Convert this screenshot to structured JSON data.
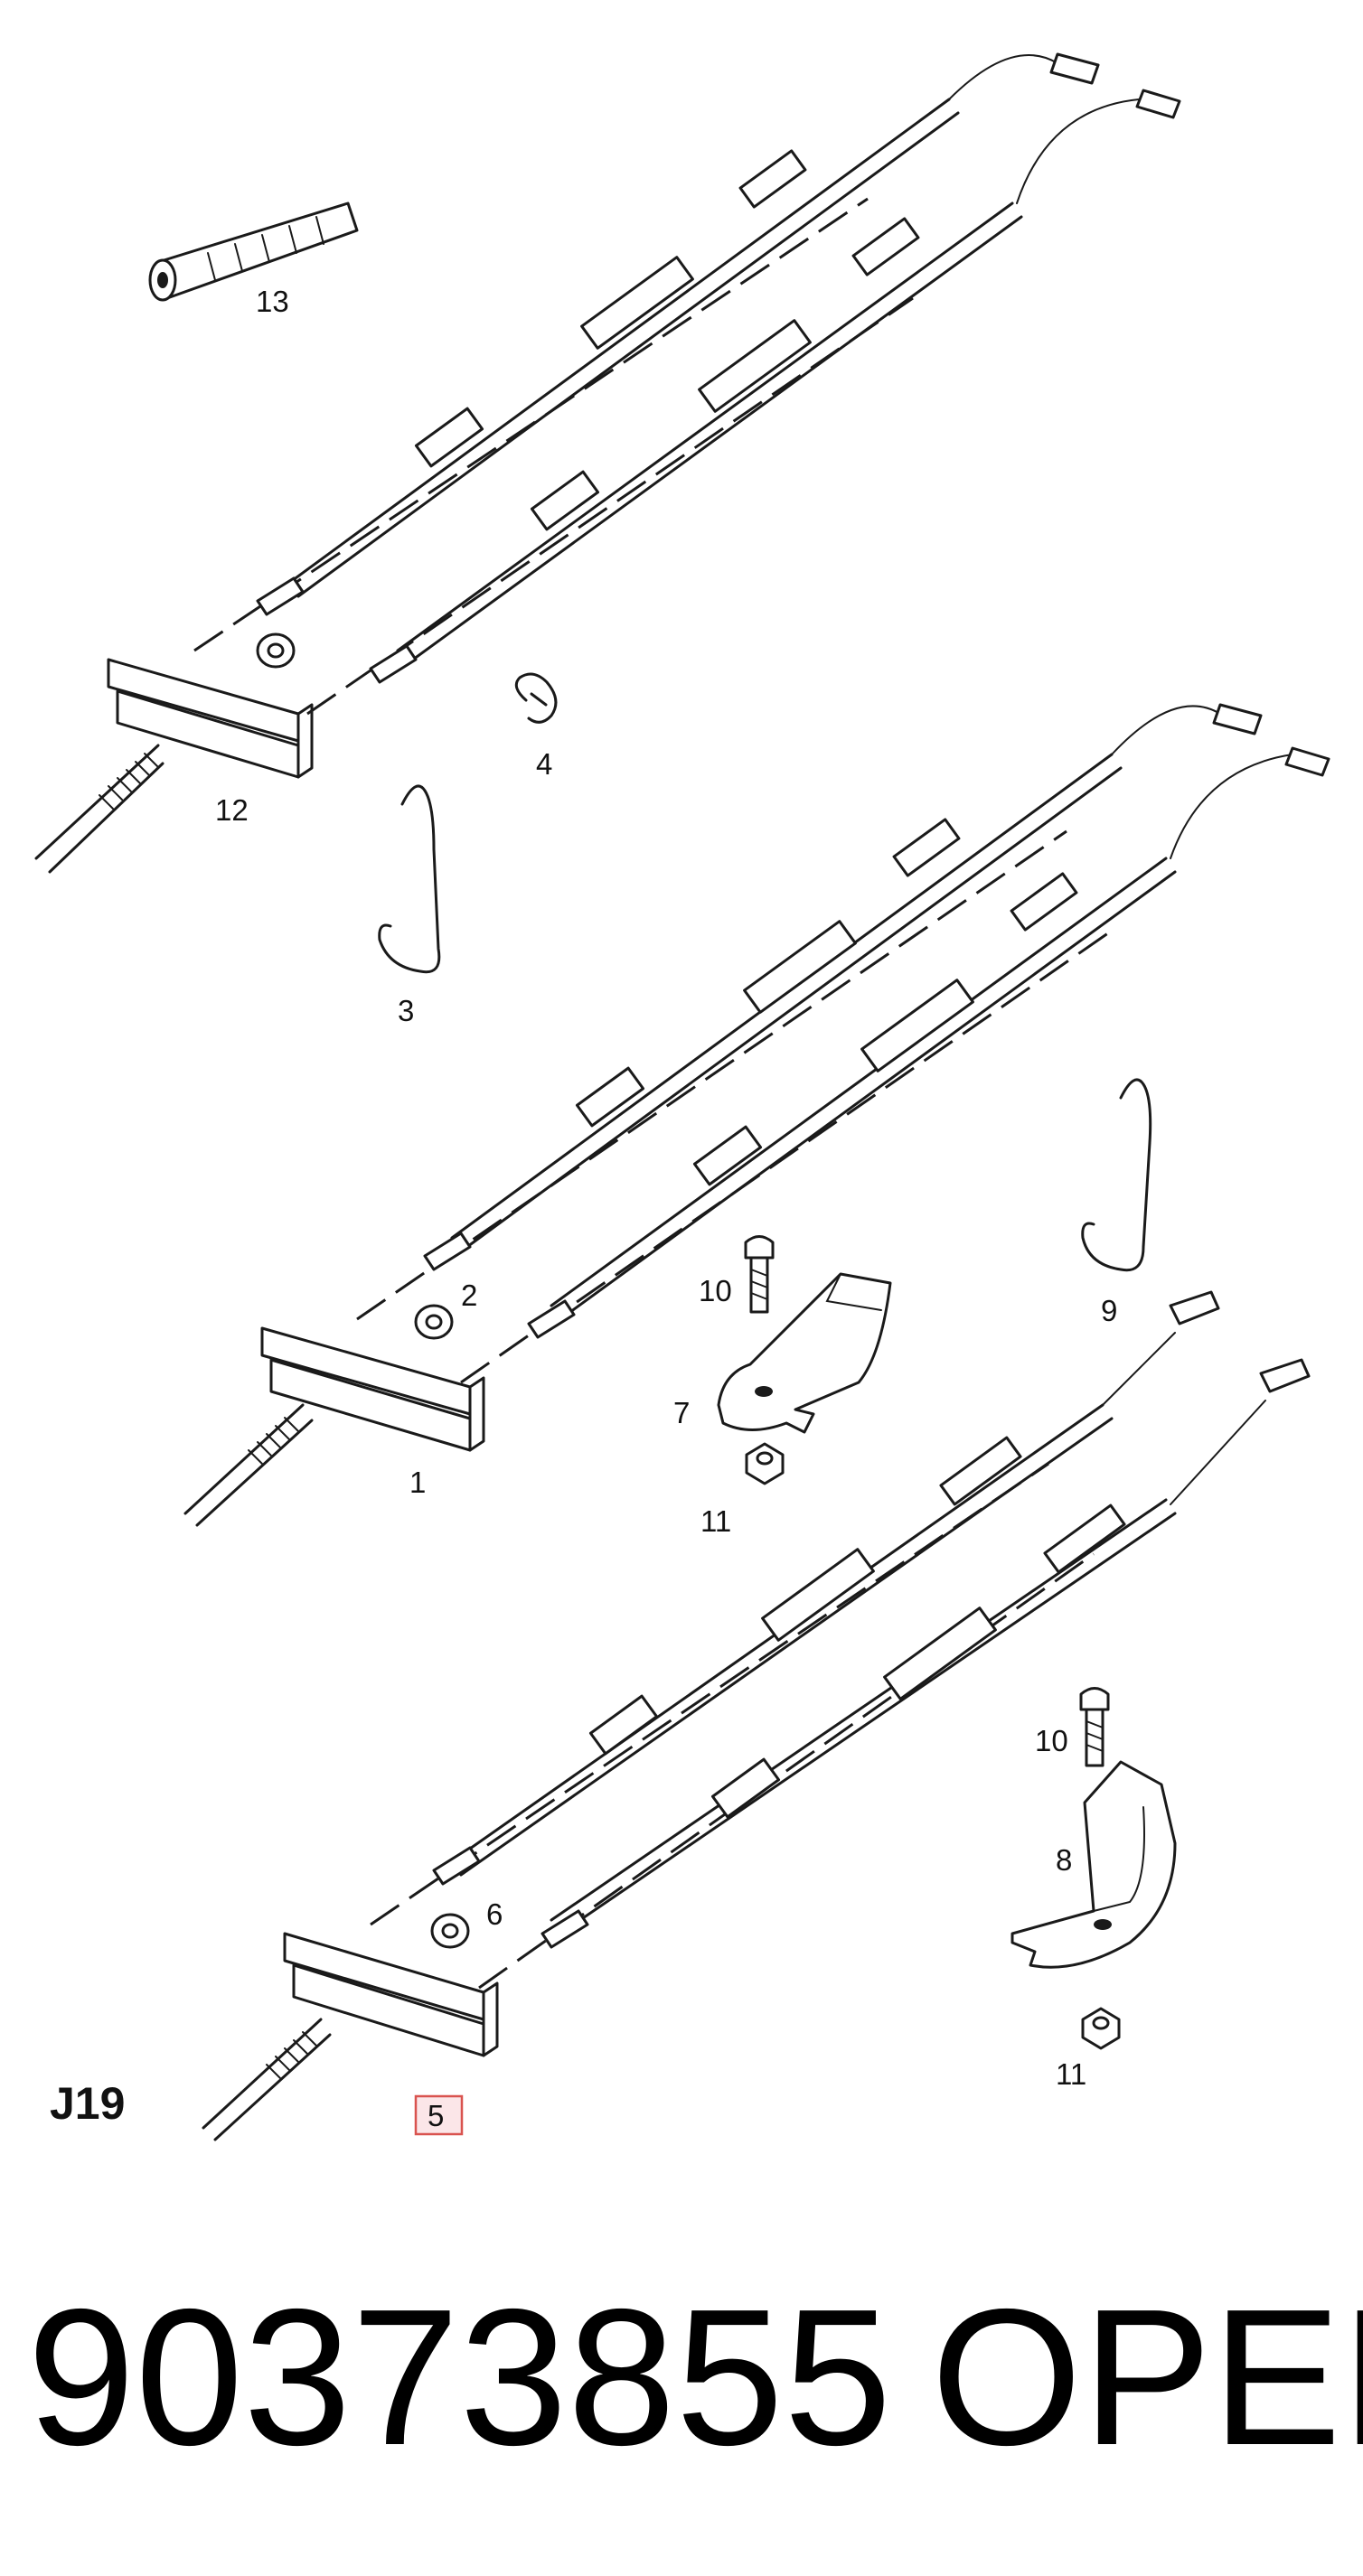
{
  "diagram": {
    "section_code": "J19",
    "callouts": {
      "c13": "13",
      "c12": "12",
      "c4": "4",
      "c3": "3",
      "c2": "2",
      "c1": "1",
      "c10a": "10",
      "c7": "7",
      "c11a": "11",
      "c9": "9",
      "c6": "6",
      "c5": "5",
      "c10b": "10",
      "c8": "8",
      "c11b": "11"
    },
    "highlighted_callout": "5",
    "highlight_color": "#d9534f"
  },
  "footer": {
    "part_number": "90373855",
    "brand": "OPEL"
  }
}
